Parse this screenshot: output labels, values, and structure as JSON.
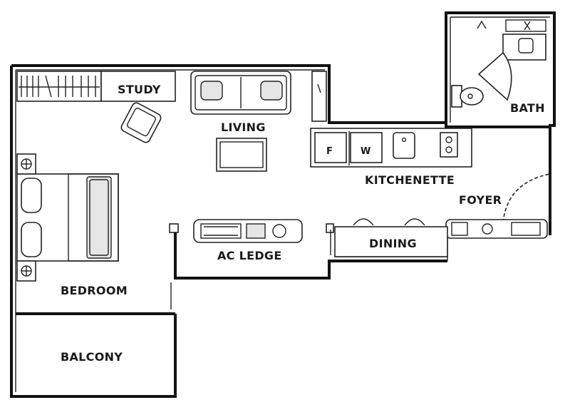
{
  "rooms": {
    "study": "STUDY",
    "living": "LIVING",
    "kitchenette": "KITCHENETTE",
    "bath": "BATH",
    "foyer": "FOYER",
    "bedroom": "BEDROOM",
    "ac_ledge": "AC LEDGE",
    "dining": "DINING",
    "balcony": "BALCONY"
  },
  "appliances": {
    "fridge": "F",
    "washer": "W"
  }
}
